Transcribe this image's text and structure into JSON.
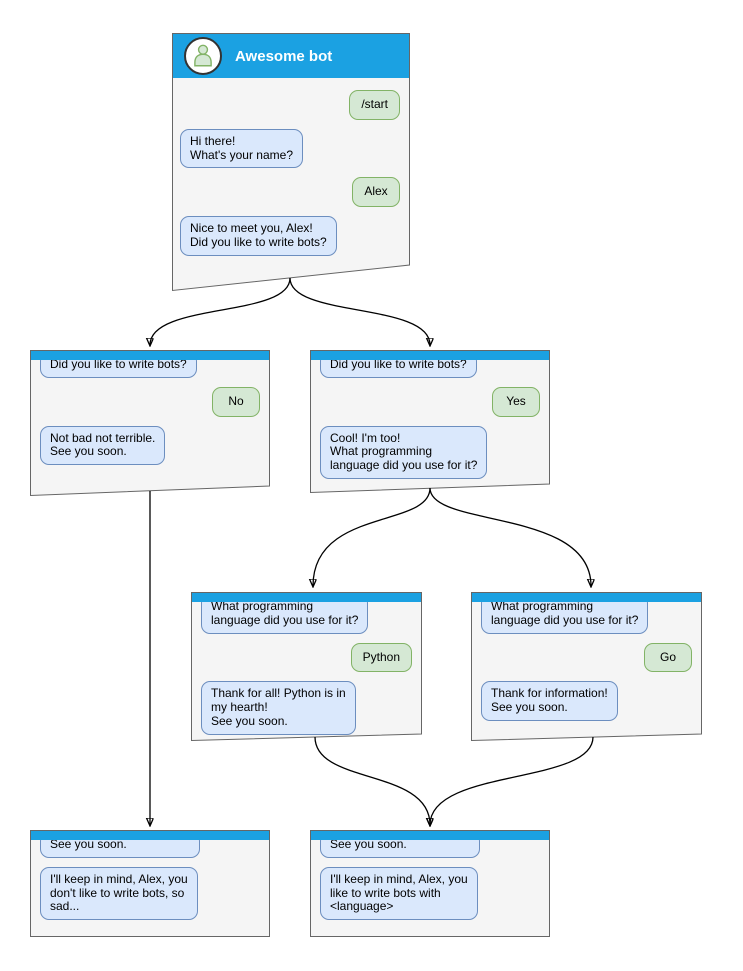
{
  "accent_colors": {
    "header_blue": "#1ba1e2",
    "bot_bubble_fill": "#dae8fc",
    "bot_bubble_border": "#6c8ebf",
    "user_bubble_fill": "#d5e8d4",
    "user_bubble_border": "#82b366",
    "window_fill": "#f5f5f5",
    "window_border": "#666666"
  },
  "windows": {
    "main": {
      "title": "Awesome bot",
      "avatar_icon": "person-icon",
      "messages": [
        {
          "from": "user",
          "text": "/start"
        },
        {
          "from": "bot",
          "text": "Hi there!\nWhat's your name?"
        },
        {
          "from": "user",
          "text": "Alex"
        },
        {
          "from": "bot",
          "text": "Nice to meet you, Alex!\nDid you like to write bots?"
        }
      ]
    },
    "no_branch": {
      "messages": [
        {
          "from": "bot",
          "text": "Did you like to write bots?"
        },
        {
          "from": "user",
          "text": "No"
        },
        {
          "from": "bot",
          "text": "Not bad not terrible.\nSee you soon."
        }
      ]
    },
    "yes_branch": {
      "messages": [
        {
          "from": "bot",
          "text": "Did you like to write bots?"
        },
        {
          "from": "user",
          "text": "Yes"
        },
        {
          "from": "bot",
          "text": "Cool! I'm too!\nWhat programming\nlanguage did you use for it?"
        }
      ]
    },
    "python_branch": {
      "messages": [
        {
          "from": "bot",
          "text": "What programming\nlanguage did you use for it?"
        },
        {
          "from": "user",
          "text": "Python"
        },
        {
          "from": "bot",
          "text": "Thank for all! Python is in\nmy hearth!\nSee you soon."
        }
      ]
    },
    "go_branch": {
      "messages": [
        {
          "from": "bot",
          "text": "What programming\nlanguage did you use for it?"
        },
        {
          "from": "user",
          "text": "Go"
        },
        {
          "from": "bot",
          "text": "Thank for information!\nSee you soon."
        }
      ]
    },
    "end_no": {
      "messages": [
        {
          "from": "bot",
          "text": "See you soon."
        },
        {
          "from": "bot",
          "text": "I'll keep in mind, Alex, you\ndon't like to write bots, so\nsad..."
        }
      ]
    },
    "end_yes": {
      "messages": [
        {
          "from": "bot",
          "text": "See you soon."
        },
        {
          "from": "bot",
          "text": "I'll keep in mind, Alex, you\nlike to write bots with\n<language>"
        }
      ]
    }
  }
}
